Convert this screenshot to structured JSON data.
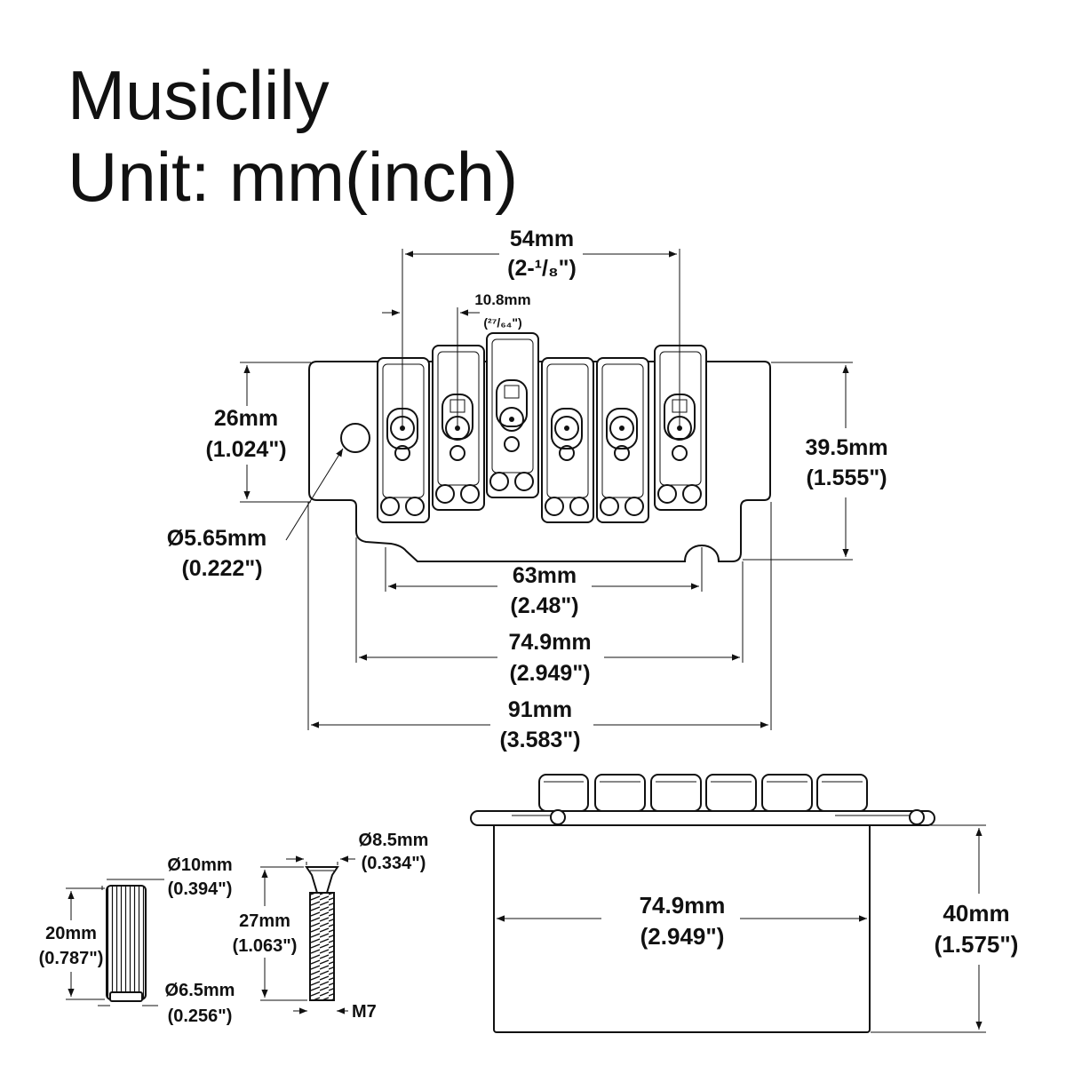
{
  "header": {
    "brand": "Musiclily",
    "unit": "Unit: mm(inch)"
  },
  "top_view": {
    "string_spacing": {
      "mm": "54mm",
      "inch": "(2-¹/₈\")"
    },
    "saddle_width": {
      "mm": "10.8mm",
      "inch": "(²⁷/₆₄\")"
    },
    "hole_spacing": {
      "mm": "26mm",
      "inch": "(1.024\")"
    },
    "depth": {
      "mm": "39.5mm",
      "inch": "(1.555\")"
    },
    "hole_diameter": {
      "mm": "Ø5.65mm",
      "inch": "(0.222\")"
    },
    "stud_spacing": {
      "mm": "63mm",
      "inch": "(2.48\")"
    },
    "body_width": {
      "mm": "74.9mm",
      "inch": "(2.949\")"
    },
    "total_width": {
      "mm": "91mm",
      "inch": "(3.583\")"
    }
  },
  "stud": {
    "top_diameter": {
      "mm": "Ø10mm",
      "inch": "(0.394\")"
    },
    "height": {
      "mm": "20mm",
      "inch": "(0.787\")"
    },
    "bottom_diameter": {
      "mm": "Ø6.5mm",
      "inch": "(0.256\")"
    }
  },
  "screw": {
    "head_diameter": {
      "mm": "Ø8.5mm",
      "inch": "(0.334\")"
    },
    "length": {
      "mm": "27mm",
      "inch": "(1.063\")"
    },
    "thread": "M7"
  },
  "side_view": {
    "width": {
      "mm": "74.9mm",
      "inch": "(2.949\")"
    },
    "height": {
      "mm": "40mm",
      "inch": "(1.575\")"
    }
  },
  "colors": {
    "ink": "#111111",
    "background": "#ffffff"
  }
}
